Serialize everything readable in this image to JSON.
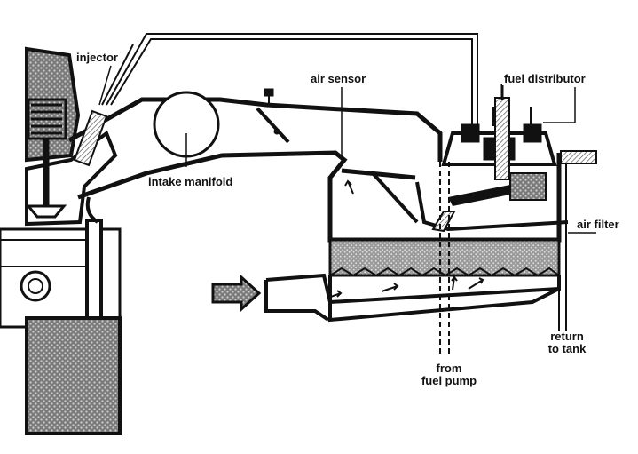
{
  "labels": {
    "injector": "injector",
    "air_sensor": "air sensor",
    "fuel_distributor": "fuel  distributor",
    "intake_manifold": "intake manifold",
    "air_filter": "air filter",
    "return_line1": "return",
    "return_line2": "to tank",
    "from_line1": "from",
    "from_line2": "fuel pump"
  },
  "colors": {
    "ink": "#111111",
    "paper": "#ffffff",
    "hatch": "#6a6a6a"
  }
}
